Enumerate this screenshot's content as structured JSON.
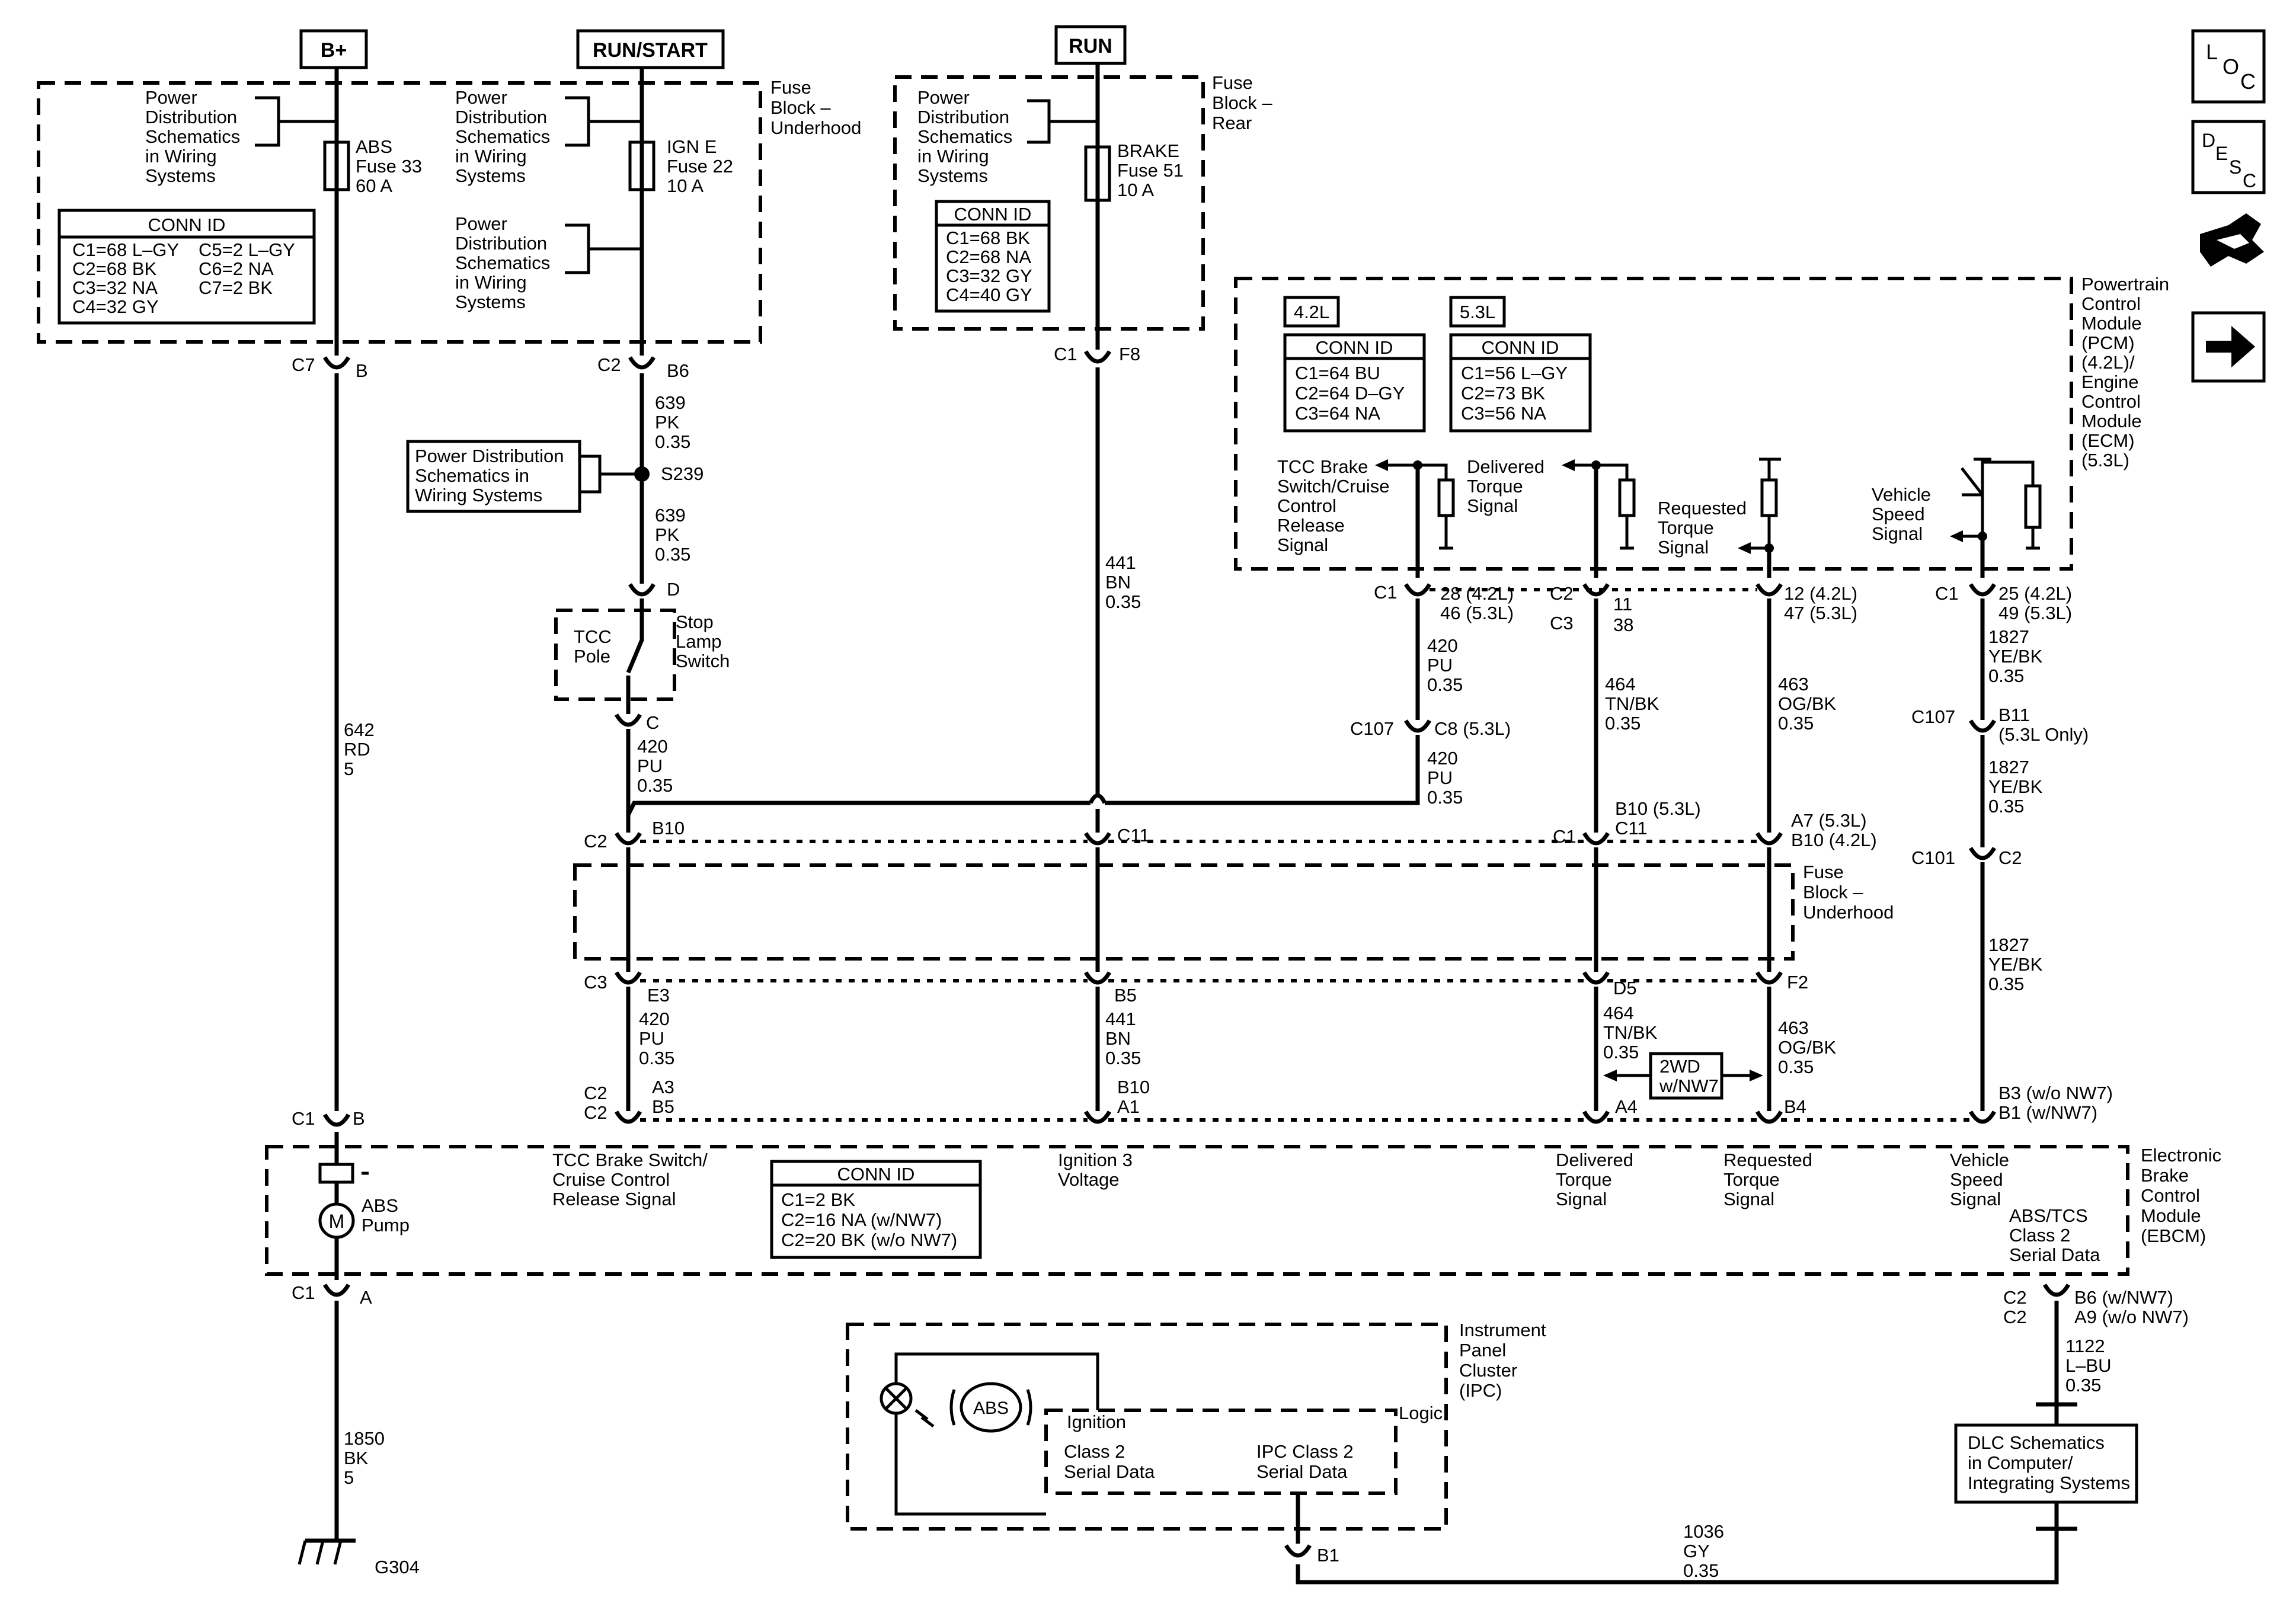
{
  "supplies": {
    "bplus": "B+",
    "runstart": "RUN/START",
    "run": "RUN"
  },
  "nav_icons": {
    "loc": "LOC",
    "desc": "DESC",
    "tool": "tool-icon",
    "next": "arrow-right-icon"
  },
  "fuse_block_underhood": {
    "label": [
      "Fuse",
      "Block –",
      "Underhood"
    ],
    "pds1": [
      "Power",
      "Distribution",
      "Schematics",
      "in Wiring",
      "Systems"
    ],
    "pds2": [
      "Power",
      "Distribution",
      "Schematics",
      "in Wiring",
      "Systems"
    ],
    "pds3": [
      "Power",
      "Distribution",
      "Schematics",
      "in Wiring",
      "Systems"
    ],
    "abs_fuse": [
      "ABS",
      "Fuse 33",
      "60 A"
    ],
    "igne_fuse": [
      "IGN E",
      "Fuse 22",
      "10 A"
    ],
    "conn_title": "CONN ID",
    "conn_left": [
      "C1=68 L–GY",
      "C2=68 BK",
      "C3=32 NA",
      "C4=32 GY"
    ],
    "conn_right": [
      "C5=2 L–GY",
      "C6=2 NA",
      "C7=2 BK"
    ]
  },
  "fuse_block_rear": {
    "label": [
      "Fuse",
      "Block –",
      "Rear"
    ],
    "pds": [
      "Power",
      "Distribution",
      "Schematics",
      "in Wiring",
      "Systems"
    ],
    "brake_fuse": [
      "BRAKE",
      "Fuse 51",
      "10 A"
    ],
    "conn_title": "CONN ID",
    "conn": [
      "C1=68 BK",
      "C2=68 NA",
      "C3=32 GY",
      "C4=40 GY"
    ]
  },
  "pcm": {
    "label": [
      "Powertrain",
      "Control",
      "Module",
      "(PCM)",
      "(4.2L)/",
      "Engine",
      "Control",
      "Module",
      "(ECM)",
      "(5.3L)"
    ],
    "tag42": "4.2L",
    "tag53": "5.3L",
    "conn_title": "CONN ID",
    "conn42": [
      "C1=64 BU",
      "C2=64 D–GY",
      "C3=64 NA"
    ],
    "conn53": [
      "C1=56 L–GY",
      "C2=73 BK",
      "C3=56 NA"
    ],
    "sig_tcc": [
      "TCC Brake",
      "Switch/Cruise",
      "Control",
      "Release",
      "Signal"
    ],
    "sig_delivered": [
      "Delivered",
      "Torque",
      "Signal"
    ],
    "sig_requested": [
      "Requested",
      "Torque",
      "Signal"
    ],
    "sig_vss": [
      "Vehicle",
      "Speed",
      "Signal"
    ]
  },
  "pds_splice": [
    "Power Distribution",
    "Schematics in",
    "Wiring Systems"
  ],
  "splice": "S239",
  "stoplamp": {
    "label": [
      "Stop",
      "Lamp",
      "Switch"
    ],
    "tcc": [
      "TCC",
      "Pole"
    ]
  },
  "connectors": {
    "c7": "C7",
    "b": "B",
    "c2_b6": "C2",
    "b6": "B6",
    "c1_f8": "C1",
    "f8": "F8",
    "d": "D",
    "c": "C",
    "pcm_c1a": "C1",
    "pin28": [
      "28 (4.2L)",
      "46 (5.3L)"
    ],
    "pcm_c2": "C2",
    "pcm_c3": "C3",
    "pin11": [
      "11",
      "38"
    ],
    "pin12": [
      "12 (4.2L)",
      "47 (5.3L)"
    ],
    "pcm_c1b": "C1",
    "pin25": [
      "25 (4.2L)",
      "49 (5.3L)"
    ],
    "c107a": "C107",
    "c8": "C8 (5.3L)",
    "c107b": "C107",
    "b11": [
      "B11",
      "(5.3L Only)"
    ],
    "c101": "C101",
    "c101_c2": "C2",
    "fb_c2": "C2",
    "b10": "B10",
    "c11": "C11",
    "fb_c1": "C1",
    "b10_53": [
      "B10 (5.3L)",
      "C11"
    ],
    "a7": [
      "A7 (5.3L)",
      "B10 (4.2L)"
    ],
    "fb_c3": "C3",
    "e3": "E3",
    "b5": "B5",
    "d5": "D5",
    "f2": "F2",
    "ebcm_c2": [
      "C2",
      "C2"
    ],
    "a3b5": [
      "A3",
      "B5"
    ],
    "b10a1": [
      "B10",
      "A1"
    ],
    "a4": "A4",
    "b4": "B4",
    "b3b1": [
      "B3 (w/o NW7)",
      "B1 (w/NW7)"
    ],
    "ebcm_c1_top": "C1",
    "ebcm_b_top": "B",
    "ebcm_c1_bot": "C1",
    "ebcm_a_bot": "A",
    "ebcm_c2c2": [
      "C2",
      "C2"
    ],
    "b6a9": [
      "B6 (w/NW7)",
      "A9 (w/o NW7)"
    ],
    "ipc_b1": "B1"
  },
  "wires": {
    "w642": [
      "642",
      "RD",
      "5"
    ],
    "w639a": [
      "639",
      "PK",
      "0.35"
    ],
    "w639b": [
      "639",
      "PK",
      "0.35"
    ],
    "w420a": [
      "420",
      "PU",
      "0.35"
    ],
    "w441a": [
      "441",
      "BN",
      "0.35"
    ],
    "w420b": [
      "420",
      "PU",
      "0.35"
    ],
    "w420c": [
      "420",
      "PU",
      "0.35"
    ],
    "w464a": [
      "464",
      "TN/BK",
      "0.35"
    ],
    "w463a": [
      "463",
      "OG/BK",
      "0.35"
    ],
    "w1827a": [
      "1827",
      "YE/BK",
      "0.35"
    ],
    "w1827b": [
      "1827",
      "YE/BK",
      "0.35"
    ],
    "w1827c": [
      "1827",
      "YE/BK",
      "0.35"
    ],
    "w420d": [
      "420",
      "PU",
      "0.35"
    ],
    "w441b": [
      "441",
      "BN",
      "0.35"
    ],
    "w464b": [
      "464",
      "TN/BK",
      "0.35"
    ],
    "w463b": [
      "463",
      "OG/BK",
      "0.35"
    ],
    "w1850": [
      "1850",
      "BK",
      "5"
    ],
    "w1122": [
      "1122",
      "L–BU",
      "0.35"
    ],
    "w1036": [
      "1036",
      "GY",
      "0.35"
    ]
  },
  "fuse_block_mid": [
    "Fuse",
    "Block –",
    "Underhood"
  ],
  "twowd": [
    "2WD",
    "w/NW7"
  ],
  "ebcm": {
    "label": [
      "Electronic",
      "Brake",
      "Control",
      "Module",
      "(EBCM)"
    ],
    "abs_pump": [
      "ABS",
      "Pump"
    ],
    "motor": "M",
    "sig_tcc": [
      "TCC Brake Switch/",
      "Cruise Control",
      "Release Signal"
    ],
    "sig_ign": [
      "Ignition 3",
      "Voltage"
    ],
    "sig_del": [
      "Delivered",
      "Torque",
      "Signal"
    ],
    "sig_req": [
      "Requested",
      "Torque",
      "Signal"
    ],
    "sig_vss": [
      "Vehicle",
      "Speed",
      "Signal"
    ],
    "serial": [
      "ABS/TCS",
      "Class 2",
      "Serial Data"
    ],
    "conn_title": "CONN ID",
    "conn": [
      "C1=2 BK",
      "C2=16 NA (w/NW7)",
      "C2=20 BK (w/o NW7)"
    ]
  },
  "ground": "G304",
  "ipc": {
    "label": [
      "Instrument",
      "Panel",
      "Cluster",
      "(IPC)"
    ],
    "abs_lamp": "ABS",
    "logic": "Logic",
    "ignition": "Ignition",
    "class2": [
      "Class 2",
      "Serial Data"
    ],
    "ipc_class2": [
      "IPC Class 2",
      "Serial Data"
    ]
  },
  "dlc": [
    "DLC Schematics",
    "in Computer/",
    "Integrating Systems"
  ]
}
